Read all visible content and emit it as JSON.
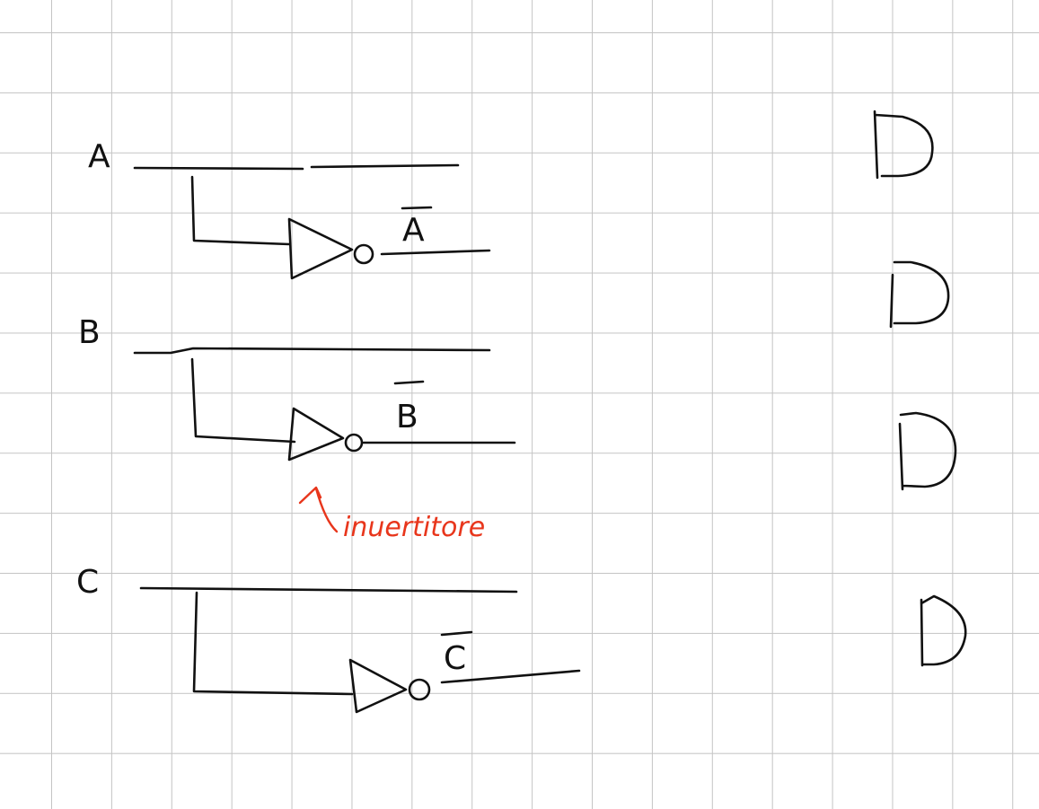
{
  "inputs": [
    {
      "name": "A",
      "negated": "A"
    },
    {
      "name": "B",
      "negated": "B"
    },
    {
      "name": "C",
      "negated": "C"
    }
  ],
  "annotation": "inuertitore",
  "colors": {
    "ink": "#111111",
    "annotation": "#e8361c",
    "grid": "#c4c4c4",
    "paper": "#ffffff"
  },
  "gates_right_count": 4
}
